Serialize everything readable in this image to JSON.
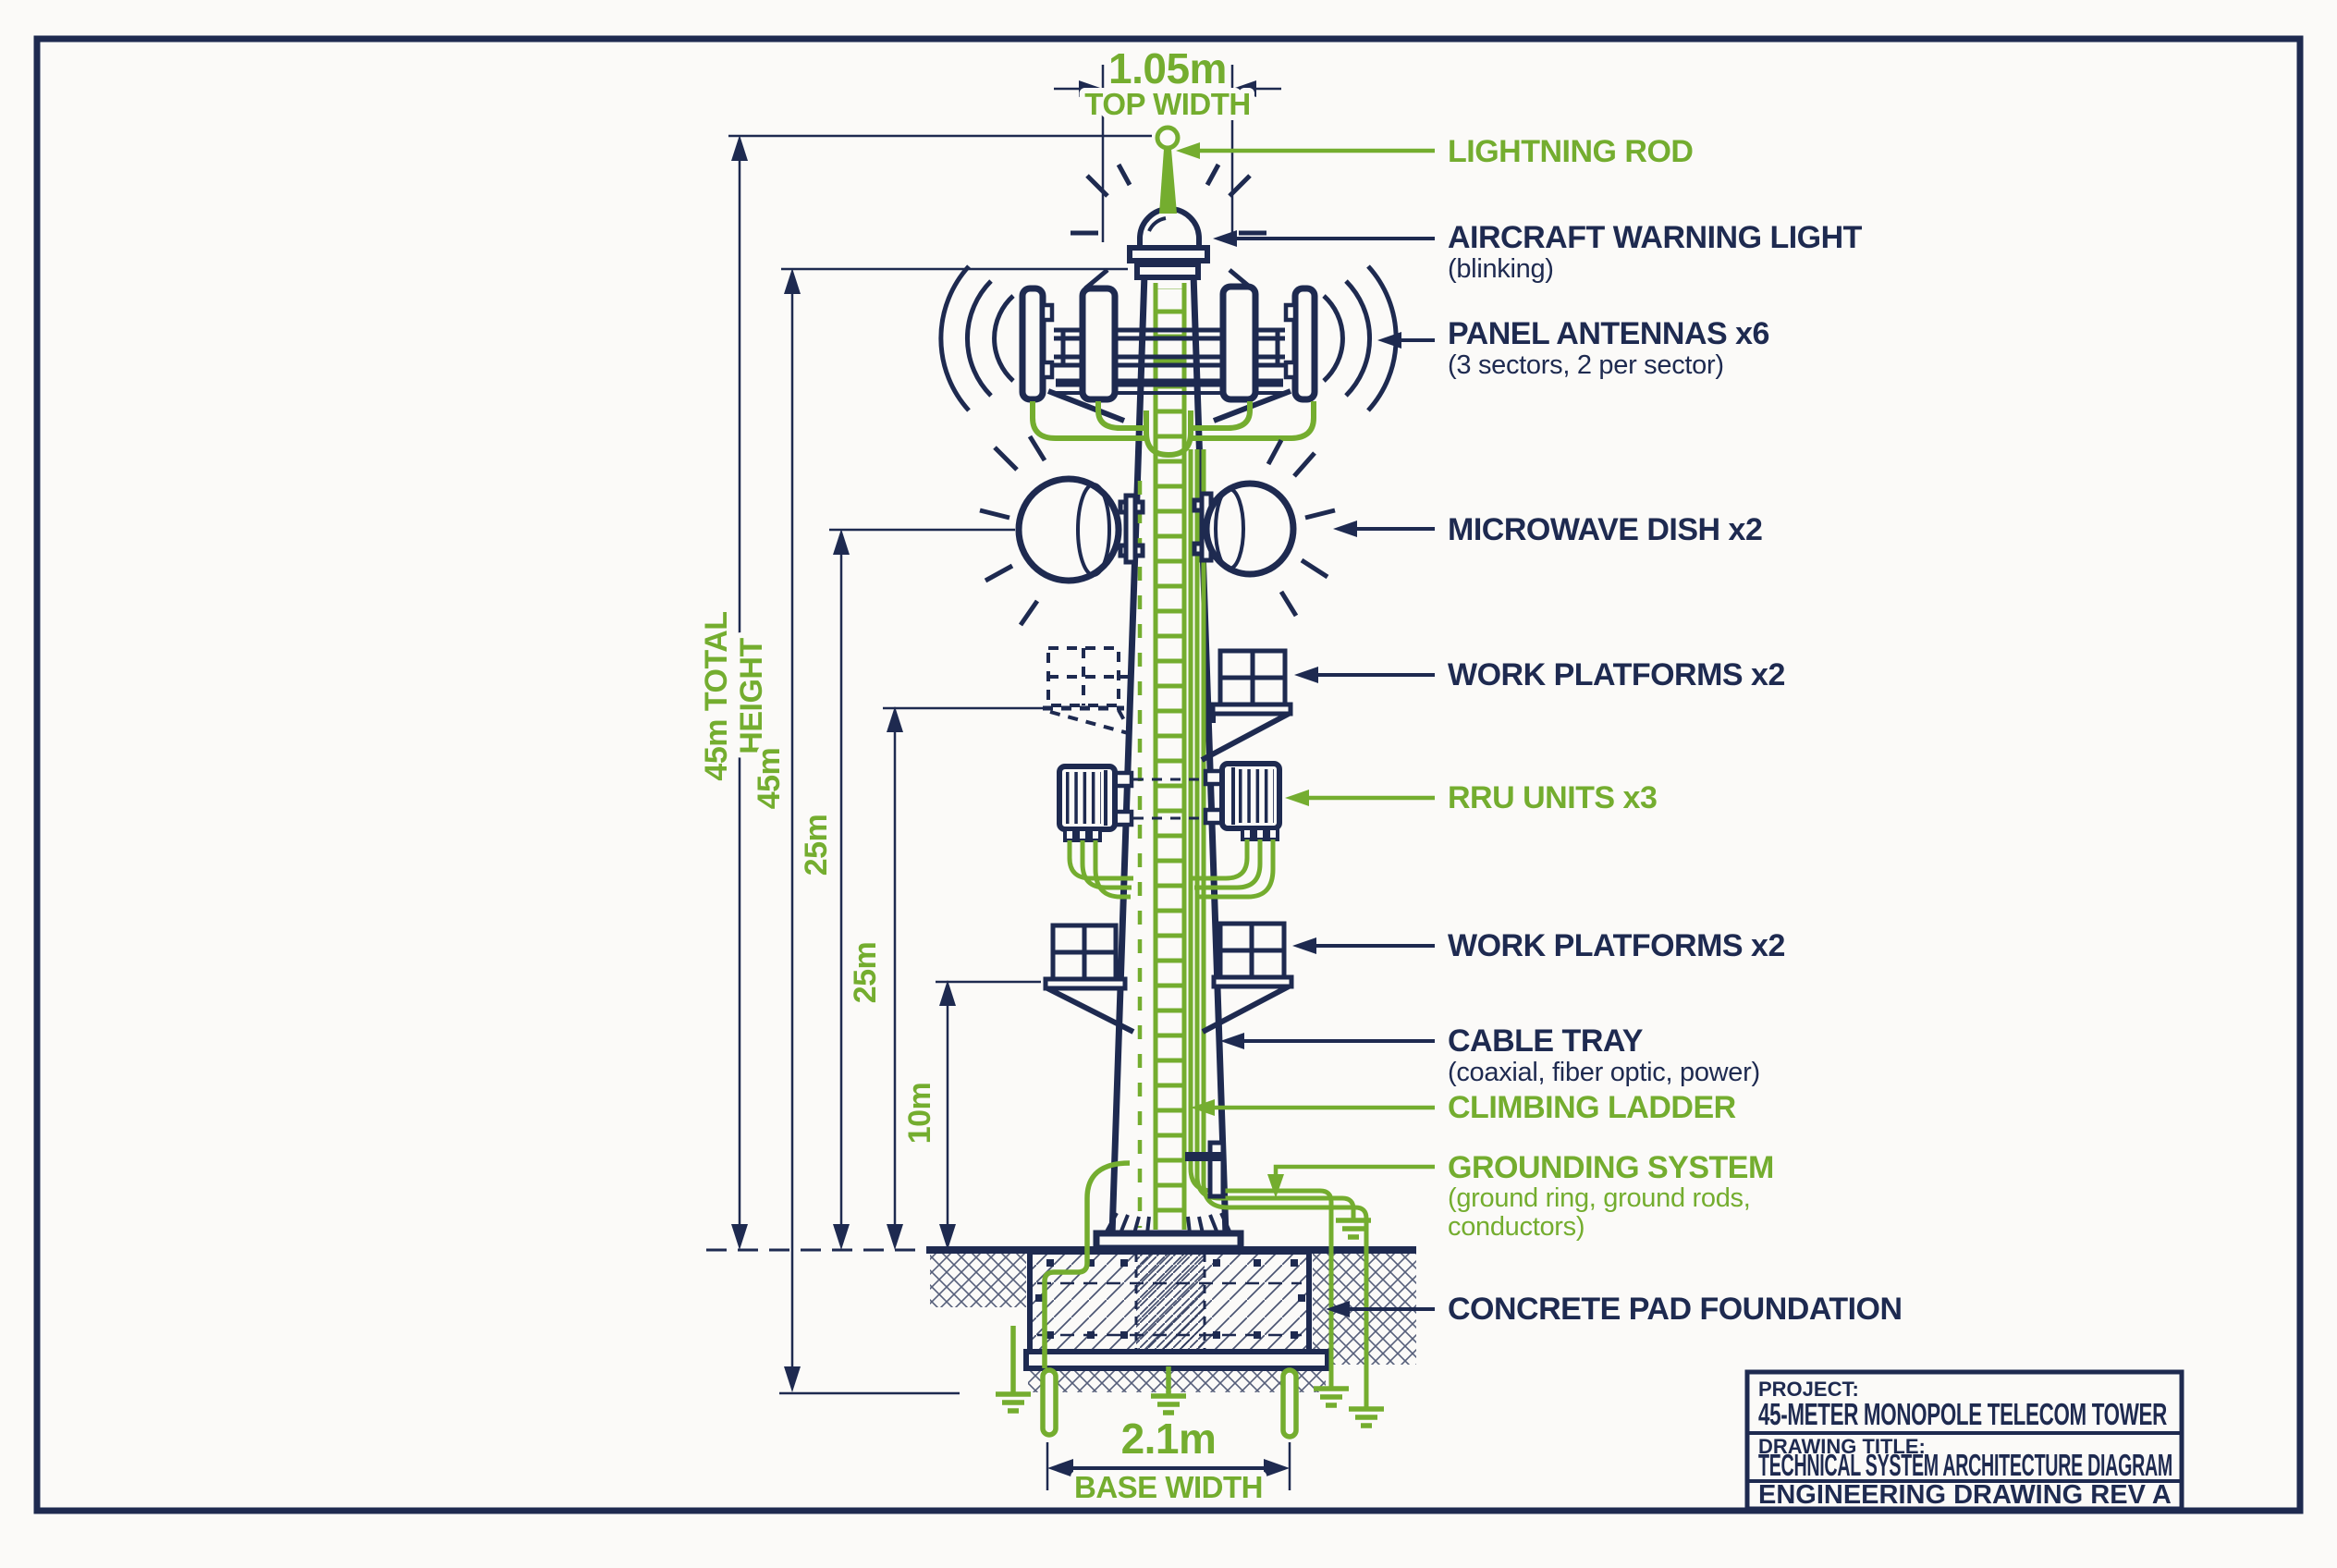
{
  "colors": {
    "ink": "#1e2a50",
    "green": "#74ad2f",
    "paper": "#fbfaf8"
  },
  "top_dimension": {
    "value": "1.05m",
    "label": "TOP WIDTH"
  },
  "base_dimension": {
    "value": "2.1m",
    "label": "BASE WIDTH"
  },
  "left_dimensions": {
    "total_line1": "45m TOTAL",
    "total_line2": "HEIGHT",
    "d45": "45m",
    "d25a": "25m",
    "d25b": "25m",
    "d10": "10m"
  },
  "callouts": {
    "lightning_rod": {
      "title": "LIGHTNING ROD"
    },
    "warning_light": {
      "title": "AIRCRAFT WARNING LIGHT",
      "sub": "(blinking)"
    },
    "panel_antennas": {
      "title": "PANEL ANTENNAS x6",
      "sub": "(3 sectors, 2 per sector)"
    },
    "microwave_dish": {
      "title": "MICROWAVE DISH x2"
    },
    "work_platforms_upper": {
      "title": "WORK PLATFORMS x2"
    },
    "rru_units": {
      "title": "RRU UNITS x3"
    },
    "work_platforms_lower": {
      "title": "WORK PLATFORMS x2"
    },
    "cable_tray": {
      "title": "CABLE TRAY",
      "sub": "(coaxial, fiber optic, power)"
    },
    "climbing_ladder": {
      "title": "CLIMBING LADDER"
    },
    "grounding_system": {
      "title": "GROUNDING SYSTEM",
      "sub1": "(ground ring, ground rods,",
      "sub2": "conductors)"
    },
    "foundation": {
      "title": "CONCRETE PAD FOUNDATION"
    }
  },
  "title_block": {
    "project_label": "PROJECT:",
    "project_name": "45-METER MONOPOLE TELECOM TOWER",
    "drawing_label": "DRAWING TITLE:",
    "drawing_name": "TECHNICAL SYSTEM ARCHITECTURE DIAGRAM",
    "revision": "ENGINEERING DRAWING REV A"
  }
}
